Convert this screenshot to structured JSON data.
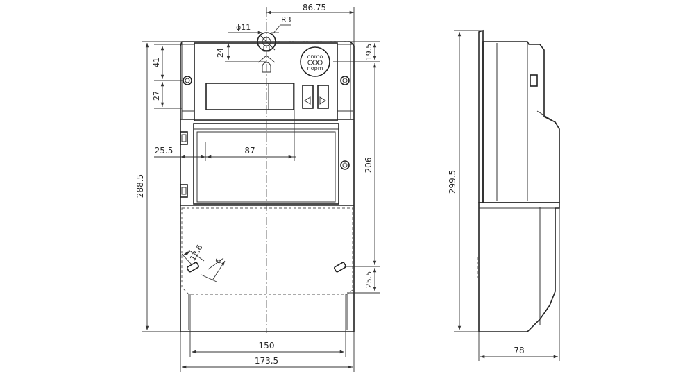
{
  "dimensions": {
    "top_width": "86.75",
    "radius": "R3",
    "hole_diameter": "ϕ11",
    "hook_drop": "24",
    "top_offset_a": "41",
    "top_offset_b": "27",
    "right_top": "19.5",
    "left_offset": "25.5",
    "window_width": "87",
    "mount_height": "206",
    "total_height": "288.5",
    "lower_right": "25.5",
    "slot_spacing": "12.6",
    "slot_width": "6",
    "bottom_inner": "150",
    "bottom_total": "173.5",
    "side_height": "299.5",
    "side_depth": "78"
  },
  "logo": {
    "line1": "оnmо",
    "line2": "поpm"
  }
}
